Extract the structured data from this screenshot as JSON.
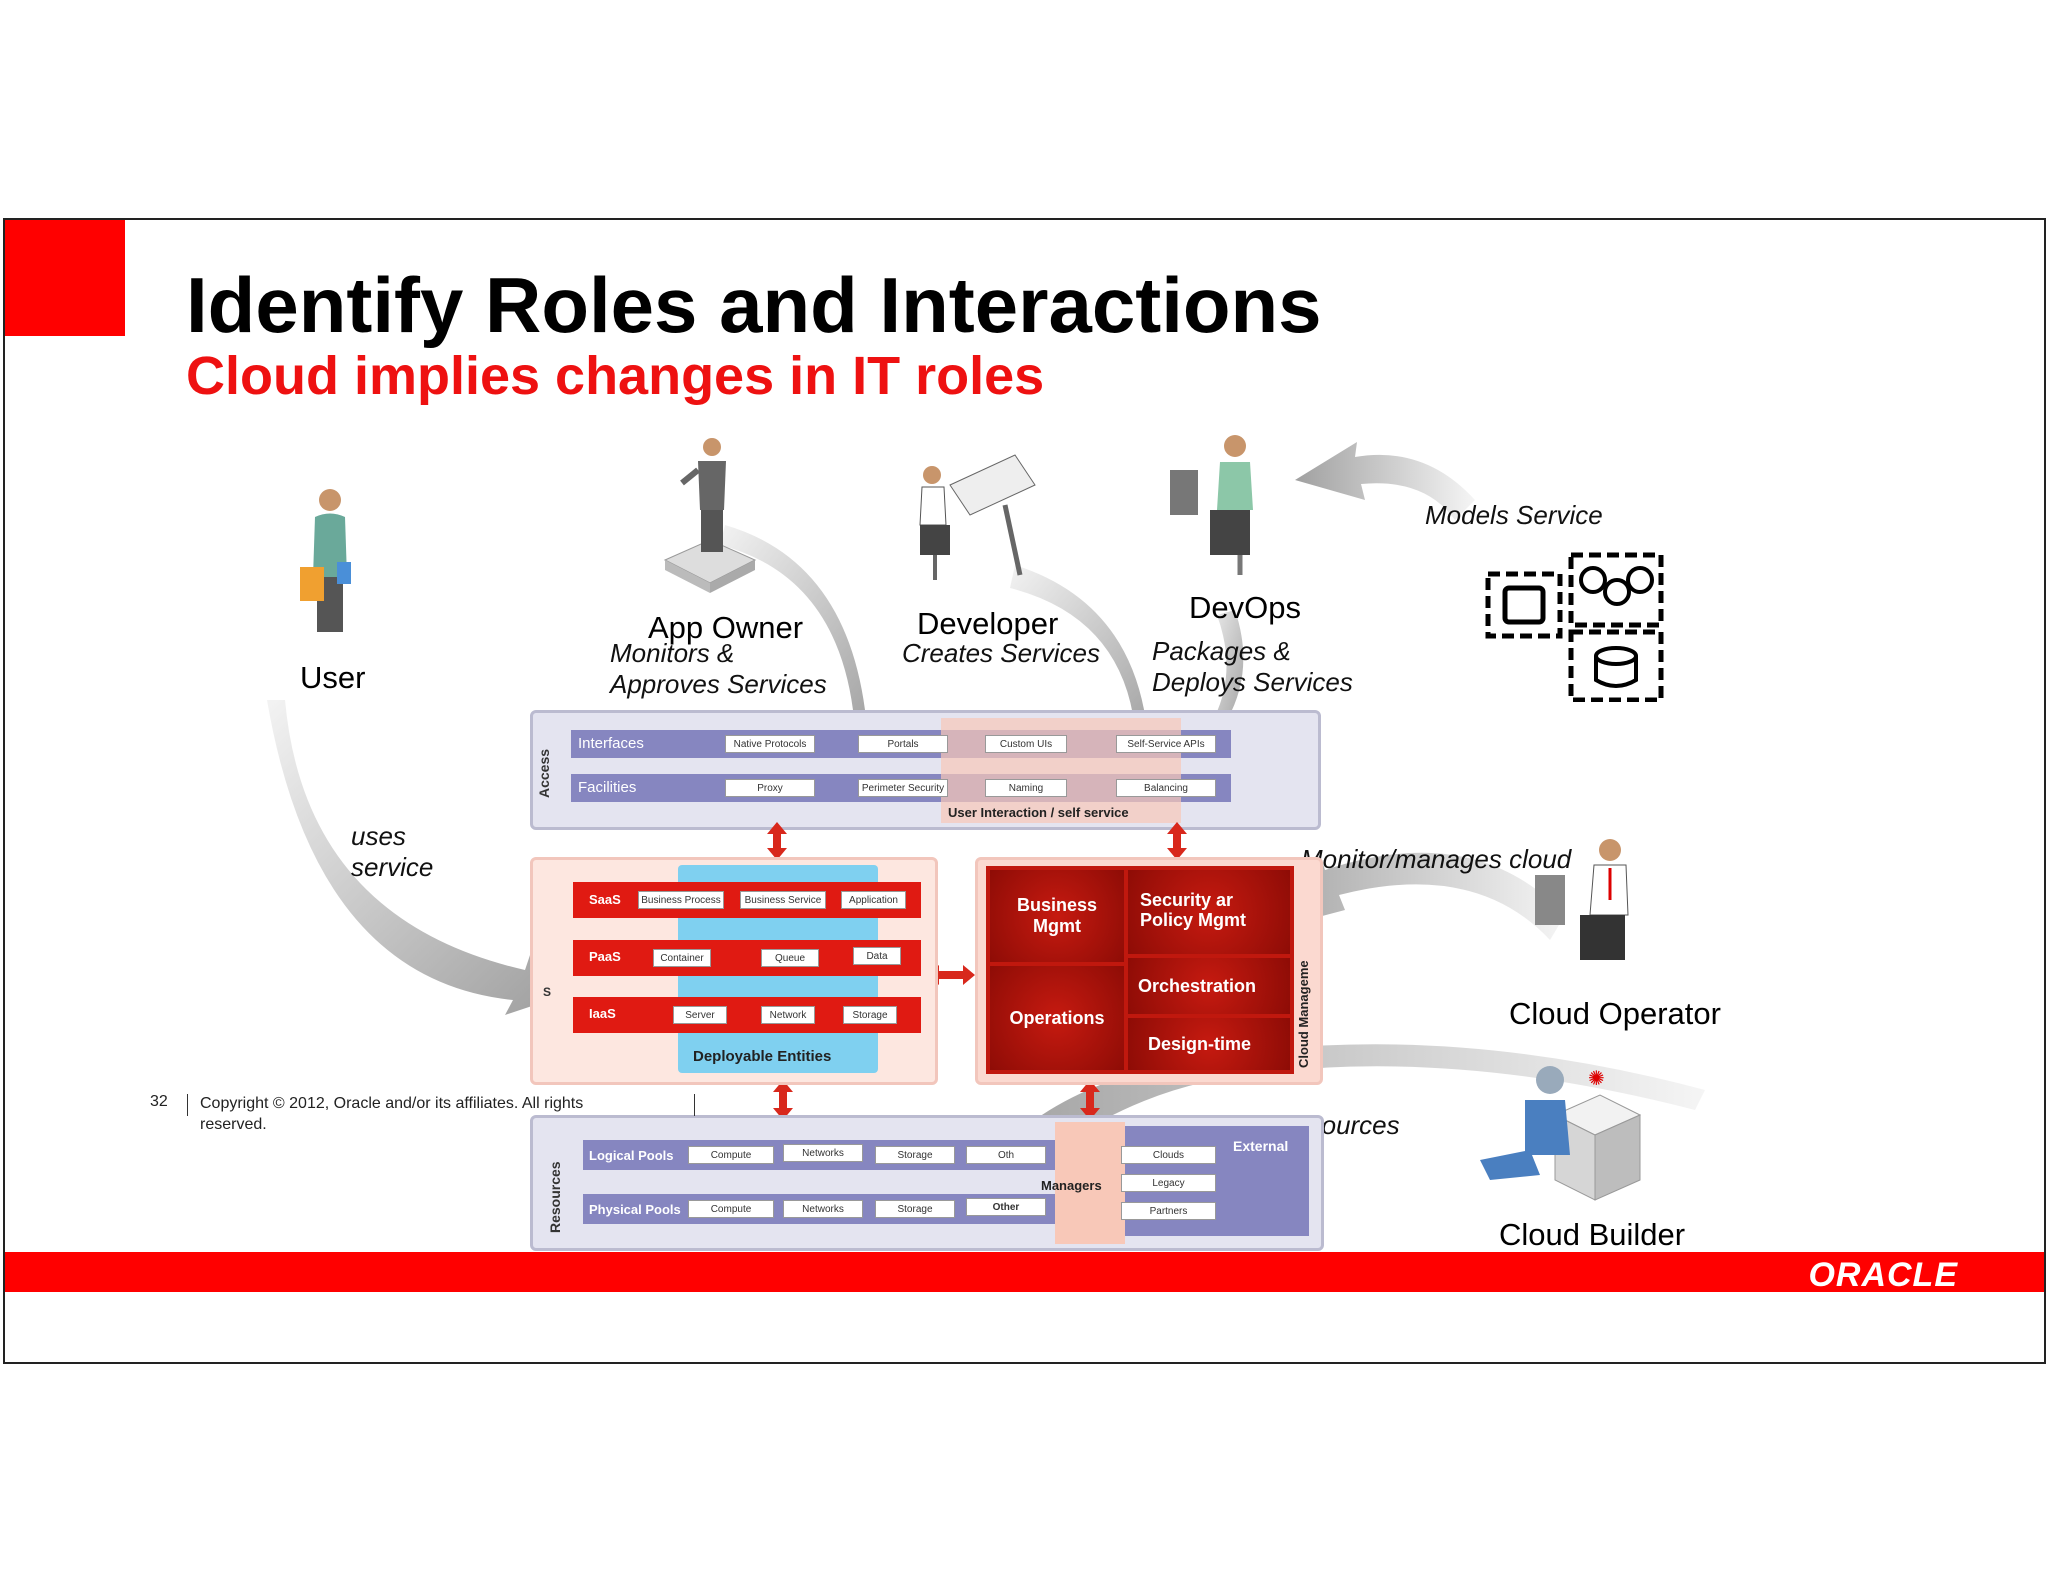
{
  "slide": {
    "title": "Identify Roles and Interactions",
    "subtitle": "Cloud implies changes in IT roles",
    "page_number": "32",
    "copyright": "Copyright © 2012, Oracle and/or its affiliates. All rights reserved.",
    "logo": "ORACLE"
  },
  "roles": {
    "user": "User",
    "app_owner": "App Owner",
    "app_owner_desc": [
      "Monitors &",
      "Approves Services"
    ],
    "developer": "Developer",
    "developer_desc": "Creates Services",
    "devops": "DevOps",
    "devops_desc": [
      "Packages &",
      "Deploys Services"
    ],
    "cloud_operator": "Cloud Operator",
    "cloud_builder": "Cloud Builder"
  },
  "interactions": {
    "uses_service": [
      "uses",
      "service"
    ],
    "models_service": "Models Service",
    "monitor_manages_cloud": "Monitor/manages cloud",
    "creates_resources": "creates resources"
  },
  "architecture": {
    "access": {
      "label": "Access",
      "interfaces": {
        "label": "Interfaces",
        "items": [
          "Native Protocols",
          "Portals",
          "Custom UIs",
          "Self-Service APIs"
        ]
      },
      "facilities": {
        "label": "Facilities",
        "items": [
          "Proxy",
          "Perimeter Security",
          "Naming",
          "Balancing"
        ]
      },
      "caption": "User Interaction / self service"
    },
    "services": {
      "side_label": "S",
      "saas": {
        "label": "SaaS",
        "items": [
          "Business Process",
          "Business Service",
          "Application"
        ]
      },
      "paas": {
        "label": "PaaS",
        "items": [
          "Container",
          "Queue",
          "Data"
        ]
      },
      "iaas": {
        "label": "IaaS",
        "items": [
          "Server",
          "Network",
          "Storage"
        ]
      },
      "deployable": "Deployable Entities"
    },
    "management": {
      "business_mgmt": [
        "Business",
        "Mgmt"
      ],
      "security": [
        "Security ar",
        "Policy Mgmt"
      ],
      "orchestration": "Orchestration",
      "operations": "Operations",
      "design_time": "Design-time",
      "side_label": "Cloud Manageme"
    },
    "resources": {
      "label": "Resources",
      "logical": {
        "label": "Logical Pools",
        "items": [
          "Compute",
          "Networks",
          "Storage",
          "Oth"
        ]
      },
      "physical": {
        "label": "Physical Pools",
        "items": [
          "Compute",
          "Networks",
          "Storage",
          "Other"
        ]
      },
      "managers": "Managers",
      "external": {
        "label": "External",
        "items": [
          "Clouds",
          "Legacy",
          "Partners"
        ]
      }
    }
  },
  "colors": {
    "oracle_red": "#ff0000",
    "subtitle_red": "#ee1111",
    "dark_red": "#b01010",
    "access_purple": "#8686c0",
    "deployable_blue": "#7fd0f0"
  }
}
